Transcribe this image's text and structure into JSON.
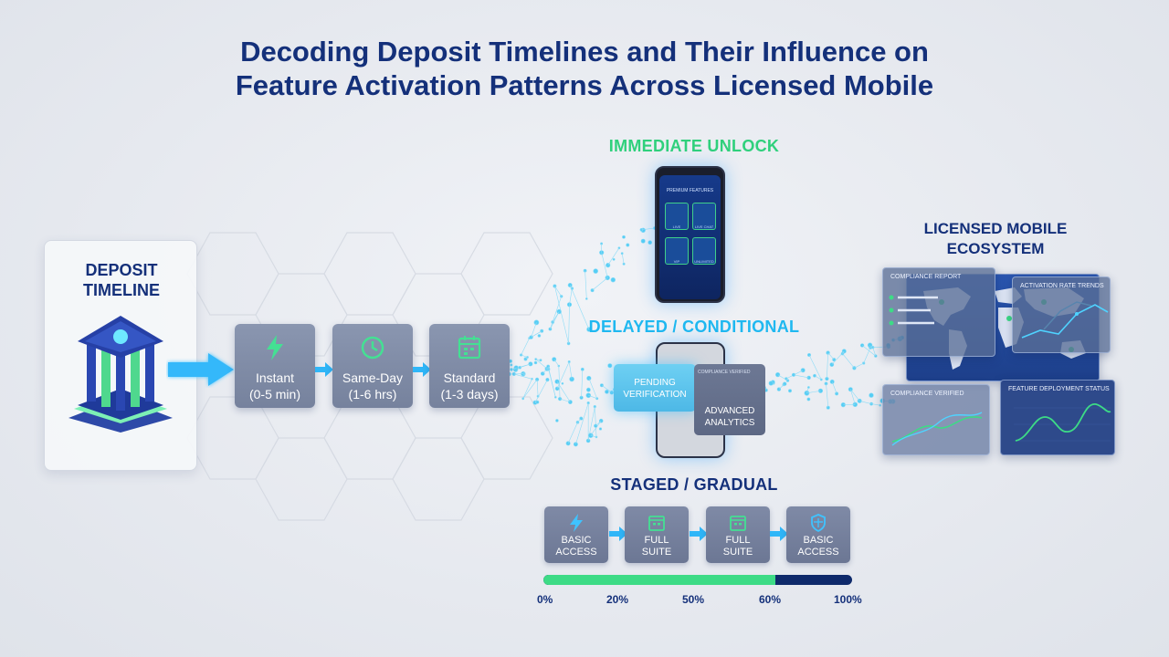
{
  "title_line1": "Decoding Deposit Timelines and Their Influence on",
  "title_line2": "Feature Activation Patterns Across Licensed Mobile",
  "deposit": {
    "title_line1": "DEPOSIT",
    "title_line2": "TIMELINE",
    "icon": "bank-building-icon"
  },
  "timeline_steps": [
    {
      "icon": "lightning-icon",
      "line1": "Instant",
      "line2": "(0-5 min)"
    },
    {
      "icon": "clock-icon",
      "line1": "Same-Day",
      "line2": "(1-6 hrs)"
    },
    {
      "icon": "calendar-icon",
      "line1": "Standard",
      "line2": "(1-3 days)"
    }
  ],
  "immediate": {
    "label": "IMMEDIATE UNLOCK",
    "screen_header": "PREMIUM FEATURES",
    "tiles": [
      "LIVE",
      "LIVE CHAT",
      "VIP",
      "UNLIMITED"
    ]
  },
  "delayed": {
    "label": "DELAYED / CONDITIONAL",
    "pending_line1": "PENDING",
    "pending_line2": "VERIFICATION",
    "card_top": "COMPLIANCE VERIFIED",
    "advanced_line1": "ADVANCED",
    "advanced_line2": "ANALYTICS"
  },
  "staged": {
    "label": "STAGED / GRADUAL",
    "steps": [
      {
        "icon": "lightning-icon",
        "line1": "BASIC",
        "line2": "ACCESS"
      },
      {
        "icon": "calendar-icon",
        "line1": "FULL",
        "line2": "SUITE"
      },
      {
        "icon": "calendar-icon",
        "line1": "FULL",
        "line2": "SUITE"
      },
      {
        "icon": "shield-icon",
        "line1": "BASIC",
        "line2": "ACCESS"
      }
    ],
    "progress_fraction": 0.75,
    "ticks": [
      "0%",
      "20%",
      "50%",
      "60%",
      "100%"
    ]
  },
  "ecosystem": {
    "title_line1": "LICENSED MOBILE",
    "title_line2": "ECOSYSTEM",
    "panel_compliance_top": "COMPLIANCE REPORT",
    "panel_activation": "ACTIVATION RATE TRENDS",
    "panel_compliance": "COMPLIANCE VERIFIED",
    "panel_deployment": "FEATURE DEPLOYMENT STATUS"
  },
  "colors": {
    "navy": "#14307a",
    "green": "#2fd07c",
    "cyan": "#1fb8f0",
    "bar_green": "#3ddb86"
  }
}
